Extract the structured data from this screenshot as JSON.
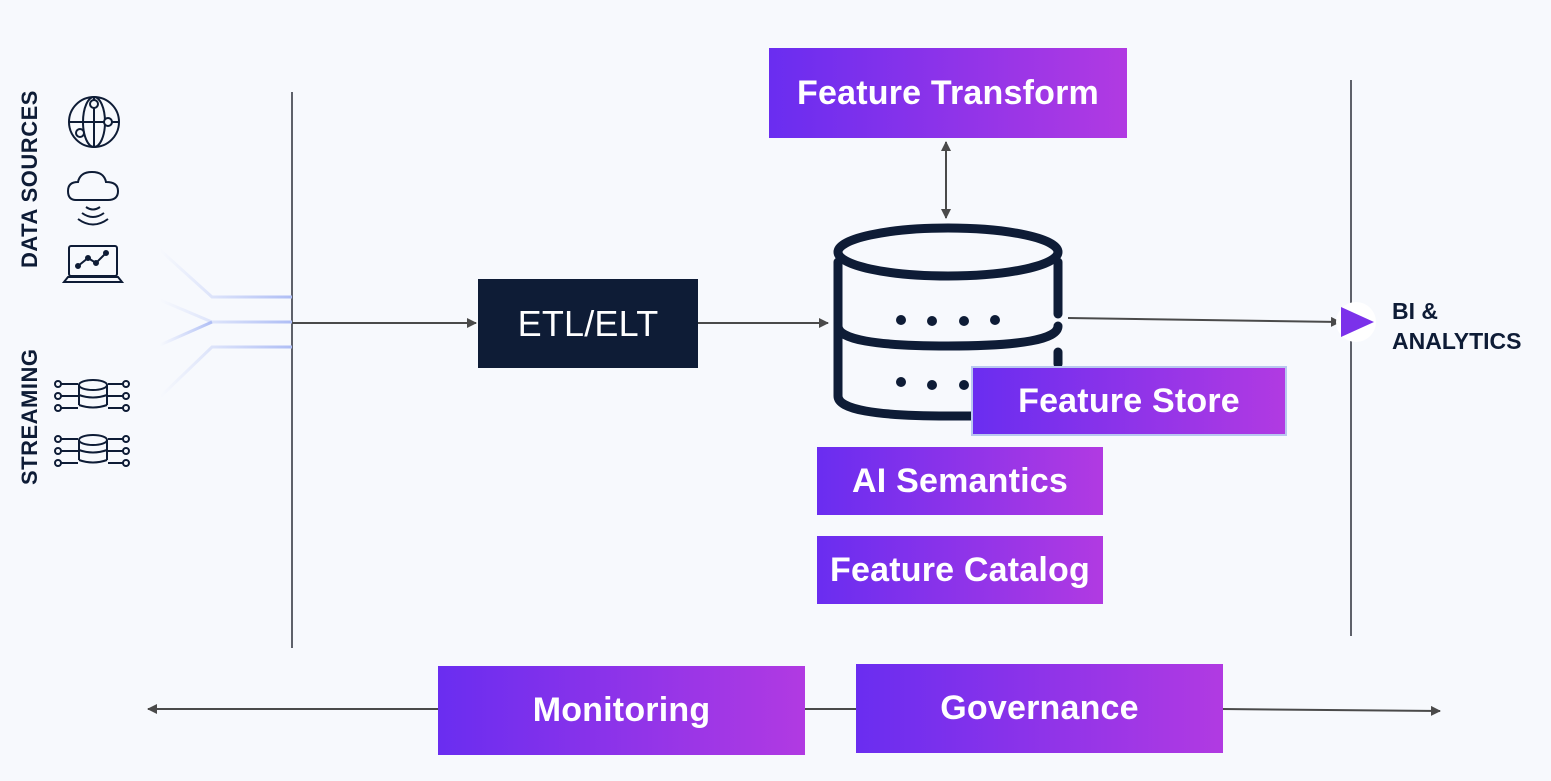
{
  "labels": {
    "data_sources": "DATA SOURCES",
    "streaming": "STREAMING",
    "bi_line1": "BI &",
    "bi_line2": "ANALYTICS"
  },
  "boxes": {
    "etl": "ETL/ELT",
    "feature_transform": "Feature Transform",
    "feature_store": "Feature Store",
    "ai_semantics": "AI Semantics",
    "feature_catalog": "Feature Catalog",
    "monitoring": "Monitoring",
    "governance": "Governance"
  },
  "icons": {
    "source_icons": [
      "globe-network-icon",
      "cloud-signal-icon",
      "laptop-chart-icon"
    ],
    "streaming_icons": [
      "stream-database-icon",
      "stream-database-icon"
    ],
    "database": "database-icon",
    "output_arrow": "play-arrow-icon"
  },
  "colors": {
    "accent_start": "#6a2df0",
    "accent_end": "#b13ae2",
    "dark": "#0e1c36",
    "background": "#f7f9fd",
    "line": "#4a4a4a"
  }
}
